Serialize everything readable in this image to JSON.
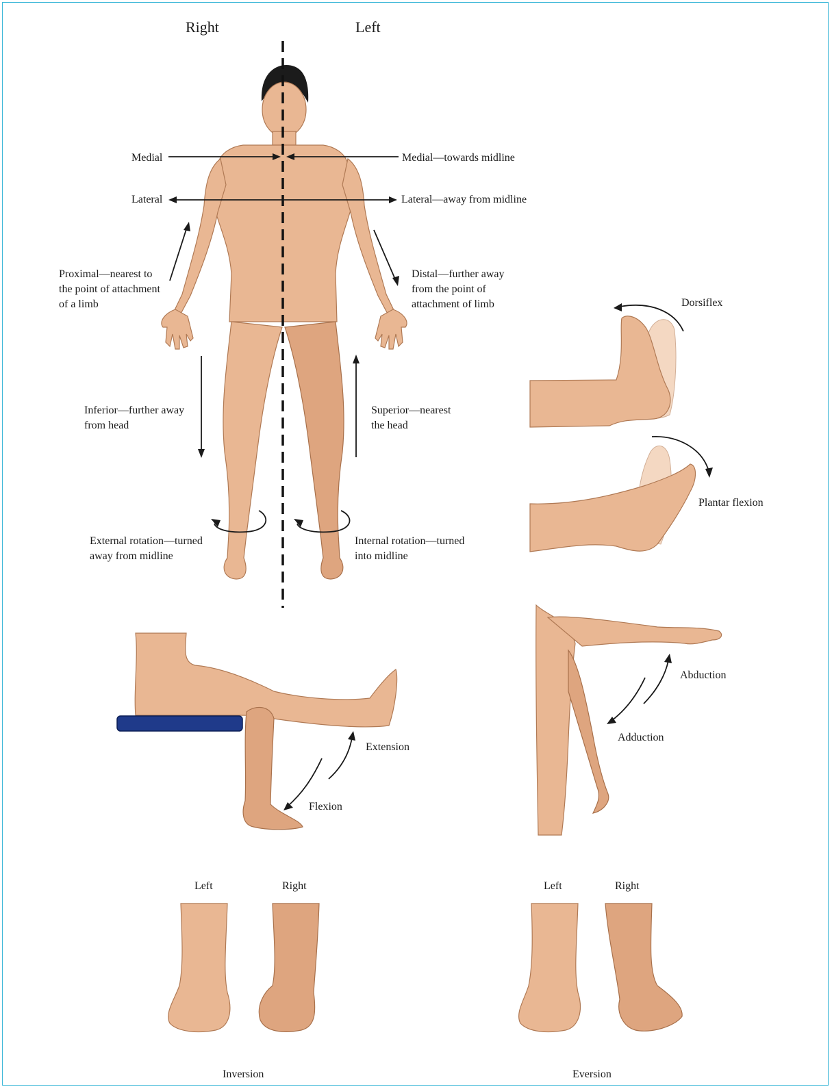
{
  "header": {
    "right": "Right",
    "left": "Left"
  },
  "body_labels": {
    "medial_right": "Medial",
    "medial_left": "Medial—towards midline",
    "lateral_right": "Lateral",
    "lateral_left": "Lateral—away from midline",
    "proximal": [
      "Proximal—nearest to",
      "the point of attachment",
      "of a limb"
    ],
    "distal": [
      "Distal—further away",
      "from the point of",
      "attachment of limb"
    ],
    "inferior": [
      "Inferior—further away",
      "from head"
    ],
    "superior": [
      "Superior—nearest",
      "the head"
    ],
    "external_rotation": [
      "External rotation—turned",
      "away from midline"
    ],
    "internal_rotation": [
      "Internal rotation—turned",
      "into midline"
    ]
  },
  "foot_labels": {
    "dorsiflex": "Dorsiflex",
    "plantar_flexion": "Plantar flexion"
  },
  "knee_labels": {
    "extension": "Extension",
    "flexion": "Flexion"
  },
  "arm_labels": {
    "abduction": "Abduction",
    "adduction": "Adduction"
  },
  "inversion_panel": {
    "left": "Left",
    "right": "Right",
    "caption": "Inversion"
  },
  "eversion_panel": {
    "left": "Left",
    "right": "Right",
    "caption": "Eversion"
  },
  "colors": {
    "frame": "#3cb7d8",
    "skin": "#e9b793",
    "cushion": "#1f3a8a"
  }
}
